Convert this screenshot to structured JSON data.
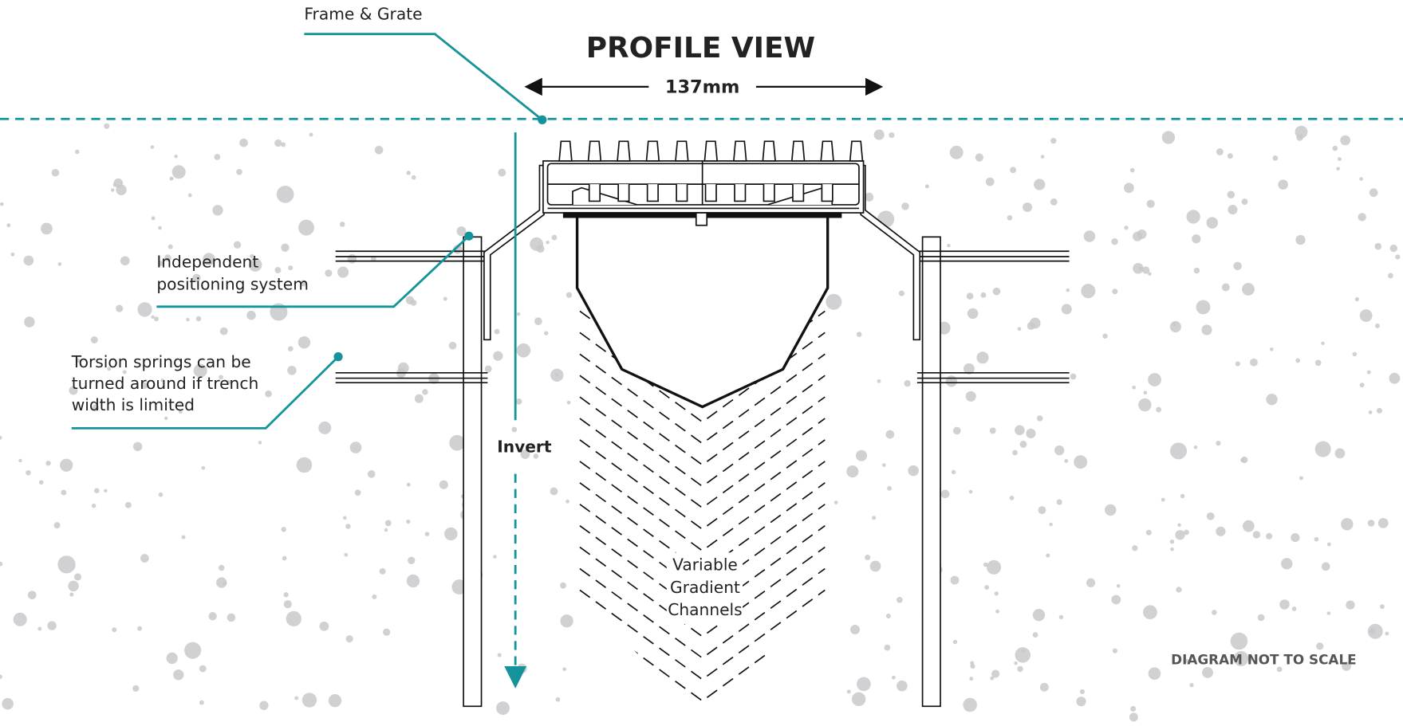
{
  "title": "PROFILE VIEW",
  "dimension": "137mm",
  "labels": {
    "frame_grate": "Frame & Grate",
    "positioning": [
      "Independent",
      "positioning system"
    ],
    "torsion": [
      "Torsion springs can be",
      "turned around if trench",
      "width is limited"
    ],
    "invert": "Invert",
    "channels": [
      "Variable",
      "Gradient",
      "Channels"
    ],
    "not_to_scale": "DIAGRAM NOT TO SCALE"
  },
  "colors": {
    "accent": "#15939b",
    "dots": "#c9c9cb",
    "line": "#111111"
  }
}
